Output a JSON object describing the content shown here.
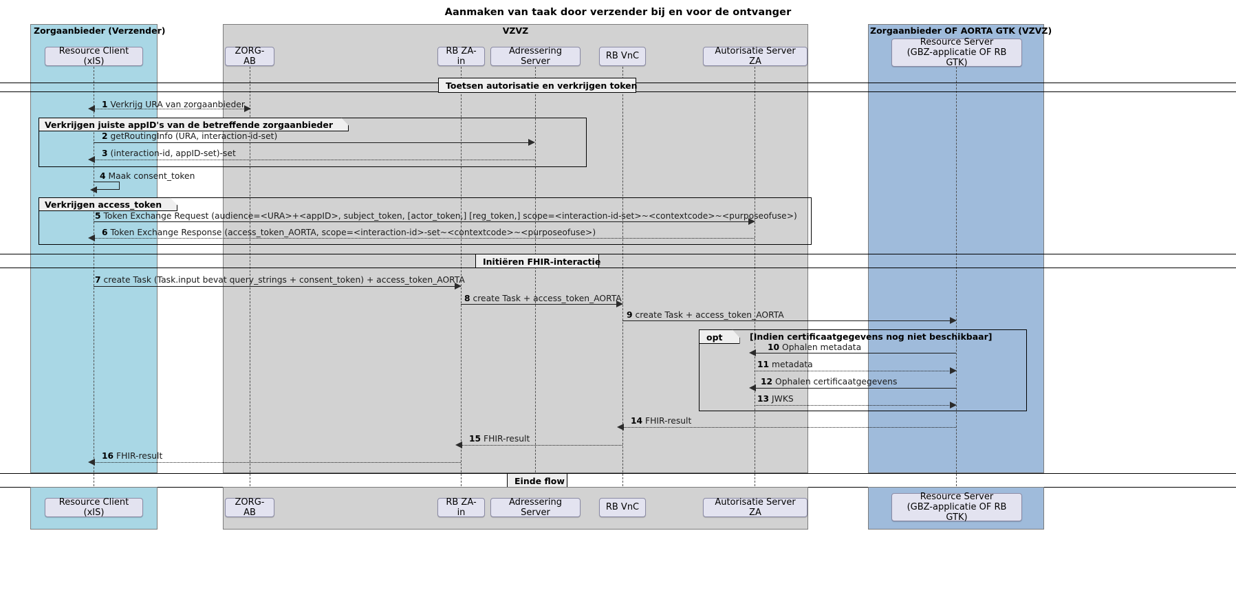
{
  "title": "Aanmaken van taak door verzender bij en voor de ontvanger",
  "boxes": [
    {
      "id": "verzender",
      "label": "Zorgaanbieder (Verzender)",
      "color": "#a9d7e5"
    },
    {
      "id": "vzvz",
      "label": "VZVZ",
      "color": "#d2d2d2"
    },
    {
      "id": "ontvanger",
      "label": "Zorgaanbieder OF AORTA GTK (VZVZ)",
      "color": "#9fbbdb"
    }
  ],
  "participants": [
    {
      "id": "rc",
      "label": "Resource Client (xIS)"
    },
    {
      "id": "zorgab",
      "label": "ZORG-AB"
    },
    {
      "id": "rbza",
      "label": "RB ZA-in"
    },
    {
      "id": "adr",
      "label": "Adressering Server"
    },
    {
      "id": "rbvnc",
      "label": "RB VnC"
    },
    {
      "id": "as",
      "label": "Autorisatie Server ZA"
    },
    {
      "id": "rs",
      "label": "Resource Server\n(GBZ-applicatie OF RB GTK)"
    }
  ],
  "participants_bottom": [
    {
      "id": "rc",
      "label": "Resource Client (xIS)"
    },
    {
      "id": "zorgab",
      "label": "ZORG-AB"
    },
    {
      "id": "rbza",
      "label": "RB ZA-in"
    },
    {
      "id": "adr",
      "label": "Adressering Server"
    },
    {
      "id": "rbvnc",
      "label": "RB VnC"
    },
    {
      "id": "as",
      "label": "Autorisatie Server ZA"
    },
    {
      "id": "rs",
      "label": "Resource Server\n(GBZ-applicatie OF RB GTK)"
    }
  ],
  "dividers": [
    {
      "id": "d1",
      "label": "Toetsen autorisatie en verkrijgen token"
    },
    {
      "id": "d2",
      "label": "Initiëren FHIR-interactie"
    },
    {
      "id": "d3",
      "label": "Einde flow"
    }
  ],
  "fragments": [
    {
      "id": "f1",
      "type": "group",
      "label": "Verkrijgen juiste appID's van de betreffende zorgaanbieder",
      "condition": ""
    },
    {
      "id": "f2",
      "type": "group",
      "label": "Verkrijgen access_token",
      "condition": ""
    },
    {
      "id": "f3",
      "type": "opt",
      "label": "opt",
      "condition": "[Indien certificaatgegevens nog niet beschikbaar]"
    }
  ],
  "messages": [
    {
      "num": "1",
      "text": "Verkrijg URA van zorgaanbieder"
    },
    {
      "num": "2",
      "text": "getRoutingInfo (URA, interaction-id-set)"
    },
    {
      "num": "3",
      "text": "(interaction-id, appID-set)-set"
    },
    {
      "num": "4",
      "text": "Maak consent_token"
    },
    {
      "num": "5",
      "text": "Token Exchange Request (audience=<URA>+<appID>, subject_token, [actor_token,] [reg_token,] scope=<interaction-id-set>~<contextcode>~<purposeofuse>)"
    },
    {
      "num": "6",
      "text": "Token Exchange Response (access_token_AORTA, scope=<interaction-id>-set~<contextcode>~<purposeofuse>)"
    },
    {
      "num": "7",
      "text": "create Task (Task.input bevat query_strings + consent_token) + access_token_AORTA"
    },
    {
      "num": "8",
      "text": "create Task + access_token_AORTA"
    },
    {
      "num": "9",
      "text": "create Task + access_token_AORTA"
    },
    {
      "num": "10",
      "text": "Ophalen metadata"
    },
    {
      "num": "11",
      "text": "metadata"
    },
    {
      "num": "12",
      "text": "Ophalen certificaatgegevens"
    },
    {
      "num": "13",
      "text": "JWKS"
    },
    {
      "num": "14",
      "text": "FHIR-result"
    },
    {
      "num": "15",
      "text": "FHIR-result"
    },
    {
      "num": "16",
      "text": "FHIR-result"
    }
  ]
}
